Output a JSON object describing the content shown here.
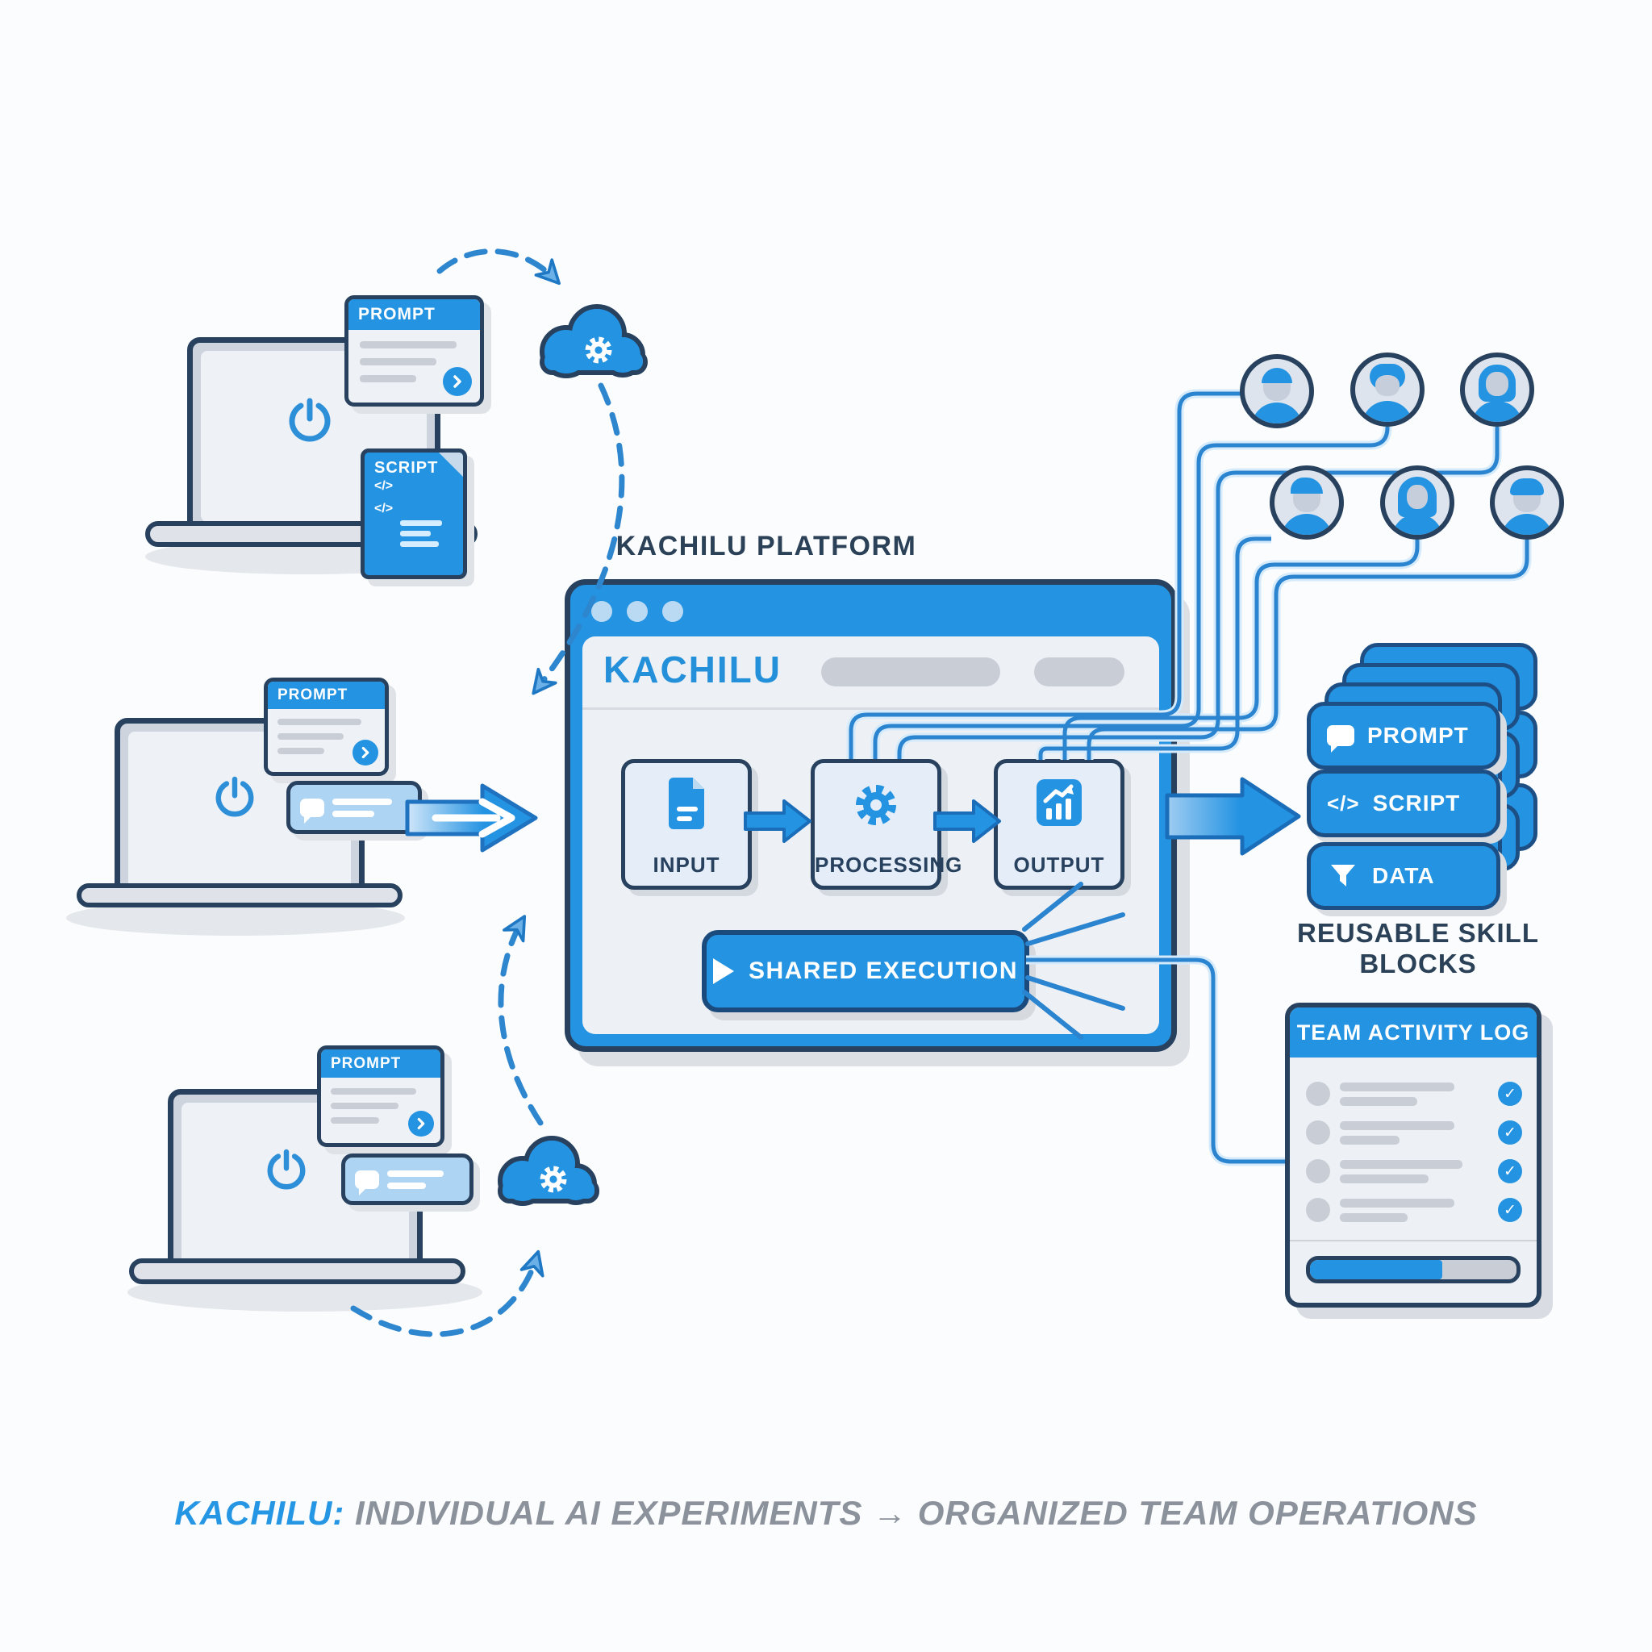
{
  "diagram_title": "KACHILU PLATFORM",
  "window": {
    "brand": "KACHILU",
    "boxes": [
      {
        "label": "INPUT"
      },
      {
        "label": "PROCESSING"
      },
      {
        "label": "OUTPUT"
      }
    ],
    "run_button": "SHARED EXECUTION"
  },
  "cards": {
    "prompt": "PROMPT",
    "script": "SCRIPT",
    "code_glyph": "</>"
  },
  "skill_blocks": {
    "caption": "REUSABLE SKILL BLOCKS",
    "items": [
      {
        "label": "PROMPT",
        "icon": "speech-bubble-icon"
      },
      {
        "label": "SCRIPT",
        "icon": "code-icon",
        "glyph": "</>"
      },
      {
        "label": "DATA",
        "icon": "funnel-icon"
      }
    ]
  },
  "activity_log": {
    "title": "TEAM ACTIVITY LOG",
    "rows": 4,
    "check_glyph": "✓",
    "progress_percent": 64
  },
  "team": {
    "avatar_count": 6
  },
  "caption": {
    "brand": "KACHILU:",
    "text": " INDIVIDUAL AI EXPERIMENTS → ORGANIZED TEAM OPERATIONS"
  },
  "colors": {
    "primary": "#2493e2",
    "outline": "#27415e",
    "panel": "#edf1f6",
    "chat_card": "#aed4f4",
    "line_blue": "#2a84cf"
  }
}
